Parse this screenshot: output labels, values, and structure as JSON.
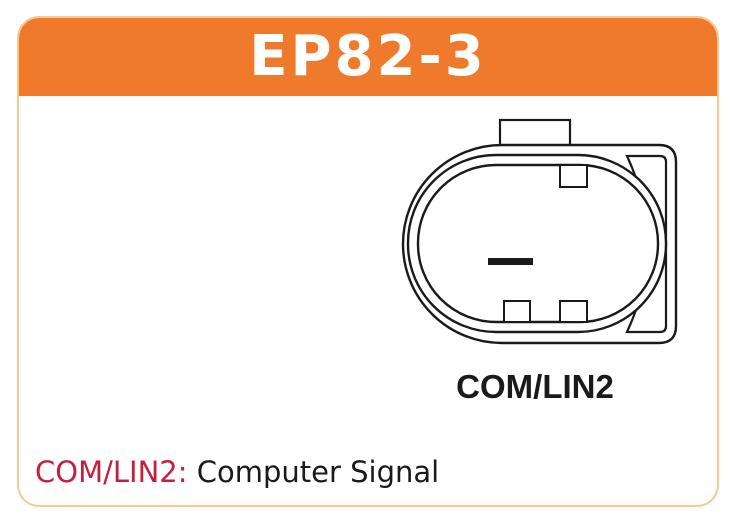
{
  "header": {
    "title": "EP82-3"
  },
  "diagram": {
    "pin_label": "COM/LIN2"
  },
  "legend": {
    "key": "COM/LIN2:",
    "description": "Computer Signal"
  },
  "colors": {
    "header_bg": "#f07a2b",
    "border": "#f5c98f",
    "legend_key": "#c41f3e",
    "text": "#1a1a1a"
  }
}
